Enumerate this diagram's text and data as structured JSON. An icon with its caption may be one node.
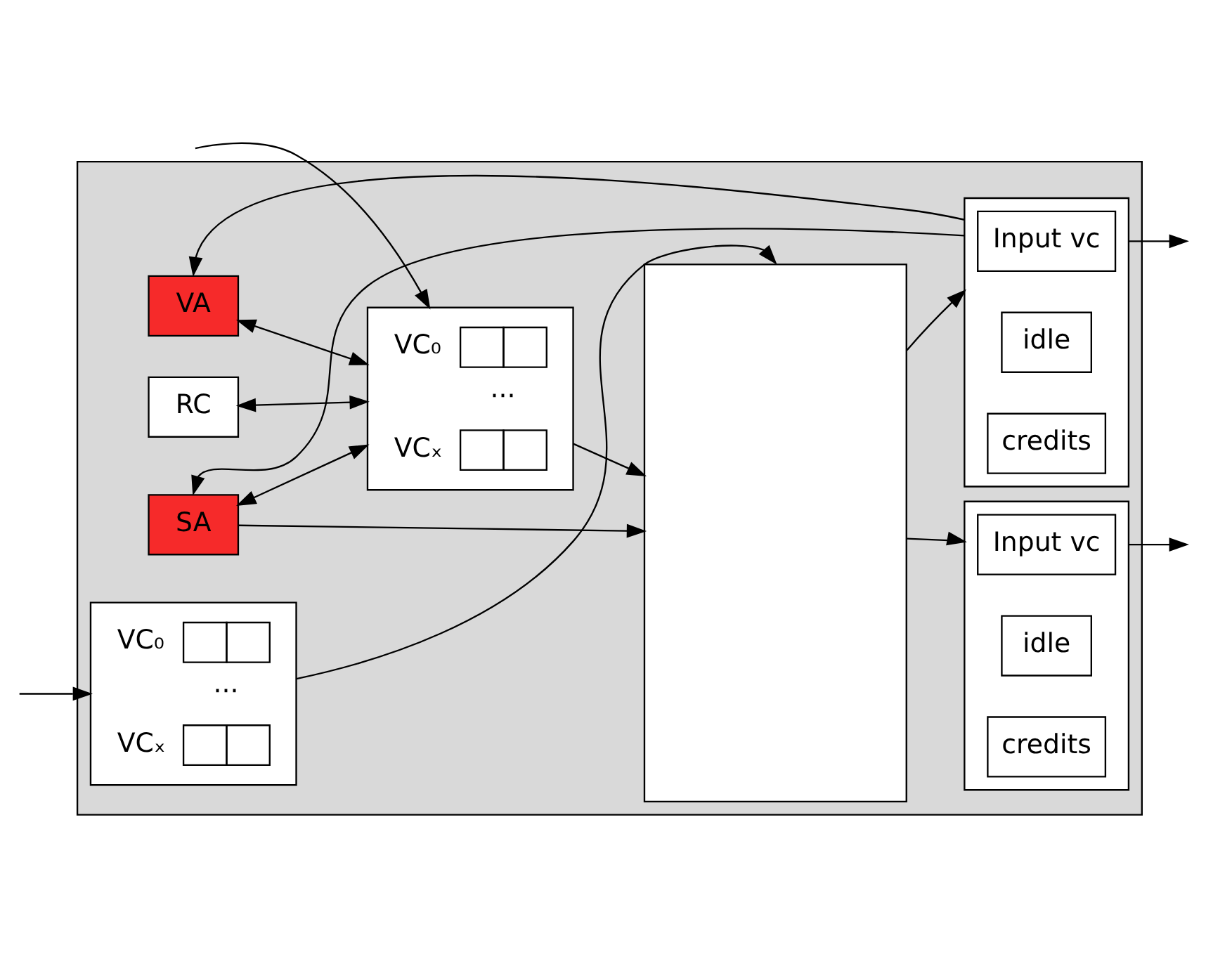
{
  "diagram": {
    "nodes": [
      {
        "text": [],
        "shape": "box"
      },
      {
        "text": [
          "RC"
        ],
        "in": 0
      },
      {
        "text": [
          "VA"
        ],
        "in": 0
      },
      {
        "text": [
          "SA"
        ],
        "in": 0
      },
      {
        "text": [
          "VC₀",
          "···",
          "VCₓ"
        ],
        "in": 0
      },
      {
        "text": [],
        "shape": "box",
        "in": 0
      },
      {
        "text": [],
        "shape": "box",
        "in": 0
      },
      {
        "text": [
          "Input vc"
        ],
        "in": 6
      },
      {
        "text": [
          "idle"
        ],
        "in": 6
      },
      {
        "text": [
          "credits"
        ],
        "in": 6
      },
      {
        "text": [
          "VC₀",
          "···",
          "VCₓ"
        ],
        "in": 0
      },
      {
        "text": [],
        "shape": "box",
        "in": 0
      },
      {
        "text": [
          "Input vc"
        ],
        "in": 11
      },
      {
        "text": [
          "idle"
        ],
        "in": 11
      },
      {
        "text": [
          "credits"
        ],
        "in": 11
      }
    ],
    "edges": [
      {
        "from": null,
        "to": 4,
        "arrow": "to"
      },
      {
        "from": null,
        "to": 10,
        "arrow": "to"
      },
      {
        "from": 1,
        "to": 4,
        "arrow": "both"
      },
      {
        "from": 2,
        "to": 4,
        "arrow": "both"
      },
      {
        "from": 3,
        "to": 4,
        "arrow": "both"
      },
      {
        "from": 4,
        "to": 5,
        "arrow": "to"
      },
      {
        "from": 10,
        "to": 5,
        "arrow": "to"
      },
      {
        "from": 3,
        "to": 5,
        "arrow": "to"
      },
      {
        "from": 5,
        "to": 6,
        "arrow": "to"
      },
      {
        "from": 5,
        "to": 11,
        "arrow": "to"
      },
      {
        "from": 6,
        "to": 2,
        "arrow": "to"
      },
      {
        "from": 6,
        "to": 3,
        "arrow": "to"
      },
      {
        "from": 6,
        "to": null,
        "arrow": "to"
      },
      {
        "from": 11,
        "to": null,
        "arrow": "to"
      }
    ]
  }
}
